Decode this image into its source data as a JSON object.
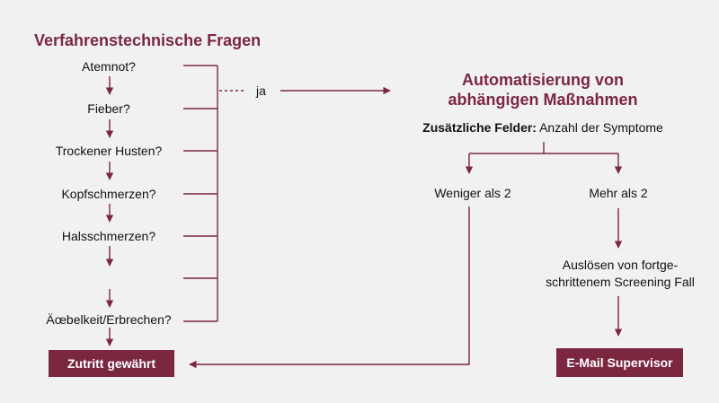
{
  "left_title": "Verfahrenstechnische Fragen",
  "questions": [
    "Atemnot?",
    "Fieber?",
    "Trockener Husten?",
    "Kopfschmerzen?",
    "Halsschmerzen?",
    "",
    "Äœbelkeit/Erbrechen?"
  ],
  "yes_label": "ja",
  "right_title_line1": "Automatisierung von",
  "right_title_line2": "abhängigen Maßnahmen",
  "extra_fields_label": "Zusätzliche Felder:",
  "extra_fields_value": " Anzahl der Symptome",
  "branch_less": "Weniger als 2",
  "branch_more": "Mehr als 2",
  "trigger_line1": "Auslösen von fortge-",
  "trigger_line2": "schrittenem Screening Fall",
  "access_granted": "Zutritt gewährt",
  "email_supervisor": "E-Mail Supervisor",
  "accent_color": "#7b2740"
}
